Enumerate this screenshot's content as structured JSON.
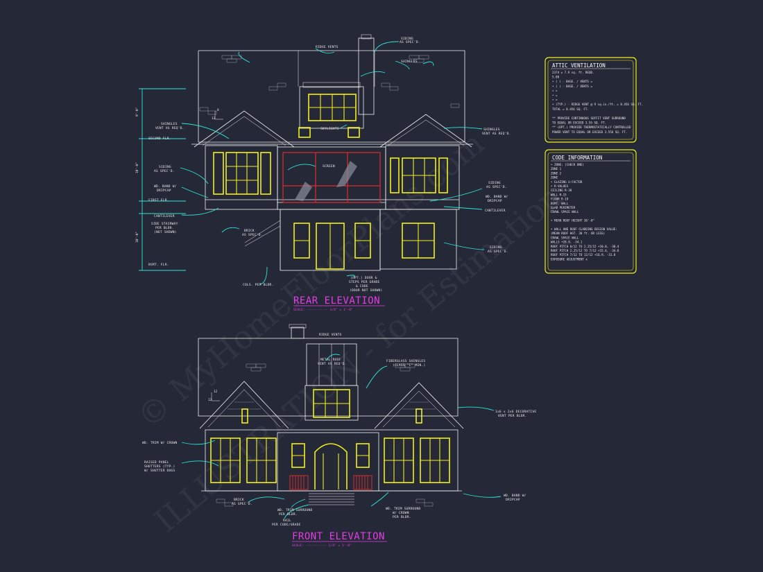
{
  "watermark": {
    "line1": "© MyHomeFloorPlans.com",
    "line2": "ILLUSTRATION - for Estimation"
  },
  "rear": {
    "title": "REAR ELEVATION",
    "scale": "SCALE: ----------- 1/4\" = 1'-0\"",
    "labels": {
      "ridge_vents": "RIDGE VENTS",
      "siding_spec_top1": "SIDING",
      "siding_spec_top2": "AS SPEC'D.",
      "shingles": "SHINGLES",
      "shingles_vent_l1": "SHINGLES",
      "shingles_vent_l2": "VENT AS REQ'D.",
      "shingles_vent_r1": "SHINGLES",
      "shingles_vent_r2": "VENT AS REQ'D.",
      "skylights": "SKYLIGHTS",
      "second_flr": "SECOND FLR.",
      "siding_l1": "SIDING",
      "siding_l2": "AS SPEC'D.",
      "band_l1": "WD. BAND W/",
      "band_l2": "DRIPCAP",
      "first_flr": "FIRST FLR.",
      "screen": "SCREEN",
      "siding_r1": "SIDING",
      "siding_r2": "AS SPEC'D.",
      "band_r1": "WD. BAND W/",
      "band_r2": "DRIPCAP",
      "cantilever_r": "CANTILEVER",
      "cantilever_l": "CANTILEVER",
      "stair_1": "SIDE STAIRWAY",
      "stair_2": "PER BLDR.",
      "stair_3": "(NOT SHOWN)",
      "brick_1": "BRICK",
      "brick_2": "AS SPEC'D.",
      "siding_low1": "SIDING",
      "siding_low2": "AS SPEC'D.",
      "bsmt_flr": "BSMT. FLR.",
      "cols": "COLS. PER BLDR.",
      "door_1": "(OPT.) DOOR &",
      "door_2": "STEPS PER GRADE",
      "door_3": "& CODE",
      "door_4": "(DOOR NOT SHOWN)",
      "pitch": "8",
      "pitch_run": "12",
      "dim_1": "9'-0\"",
      "dim_2": "10'-0\"",
      "dim_3": "10'-0\""
    }
  },
  "front": {
    "title": "FRONT ELEVATION",
    "scale": "SCALE: ----------- 1/4\" = 1'-0\"",
    "labels": {
      "ridge_vents": "RIDGE VENTS",
      "metal_roof_1": "METAL ROOF",
      "metal_roof_2": "VENT AS REQ'D.",
      "fiberglass_1": "FIBERGLASS SHINGLES",
      "fiberglass_2": "(CLASS \"C\" MIN.)",
      "decorative_1": "1x6 x 2x6 DECORATIVE",
      "decorative_2": "VENT PER BLDR.",
      "trim_crown": "WD. TRIM W/ CROWN",
      "shutters_1": "RAISED PANEL",
      "shutters_2": "SHUTTERS (TYP.)",
      "shutters_3": "W/ SHUTTER DOGS",
      "band_1": "WD. BAND W/",
      "band_2": "DRIPCAP",
      "brick_1": "BRICK",
      "brick_2": "AS SPEC'D.",
      "trim_surround_1": "WD. TRIM SURROUND",
      "trim_surround_2": "PER BLDR.",
      "trim_surround_crown_1": "WD. TRIM SURROUND",
      "trim_surround_crown_2": "W/ CROWN",
      "trim_surround_crown_3": "PER BLDR.",
      "rail_1": "RAIL",
      "rail_2": "PER CODE/GRADE",
      "pitch": "12",
      "pitch_run": "12"
    }
  },
  "attic": {
    "title": "ATTIC VENTILATION",
    "lines": [
      "2374 ± 7.9 sq. ft. REQD.",
      "5.00",
      "• ( )    -       BASE.    /    VENTS  =",
      "• ( )    -       BASE.    /    VENTS  =",
      "•                                     =",
      "•                                     =",
      "•                                     =",
      "• (TYP.) - RIDGE VENT @ 9 sq.in./ft. = 8.456 SQ. FT.",
      "                         TOTAL      = 8.456 SQ. FT.",
      "",
      "** PROVIDE CONTINUOUS SOFFIT VENT SURROUND",
      "   TO EQUAL OR EXCEED  3.55 SQ. FT.",
      "** (OPT.) PROVIDE THERMOSTATICALLY CONTROLLED",
      "   POWER VENT TO EQUAL OR EXCEED  3.556 SQ. FT."
    ]
  },
  "code": {
    "title": "CODE INFORMATION",
    "lines": [
      "• ZONE: (CHECK ONE)",
      "      ZONE 1",
      "      ZONE 2",
      "      ZONE",
      "• GLAZING U-FACTOR",
      "• R-VALUES",
      "      CEILING            R-38",
      "      WALL               R-15",
      "      FLOOR              R-19",
      "      BSMT. WALL",
      "      SLAB PERIMETER",
      "      CRAWL SPACE WALL",
      "",
      "• MEAN ROOF HEIGHT  30'-0\"",
      "",
      "• WALL AND ROOF CLADDING DESIGN VALUE:",
      "  (MEAN ROOF HGT. 30 ft. OR LESS)",
      "      CRAWL SPACE WALL",
      "      WALLS              +28.8, -34.1",
      "      ROOF PITCH 0/12 TO 2.25/12   +10.0, -30.4",
      "      ROOF PITCH 2.25/12 TO 7/12   +15.4, -34.8",
      "      ROOF PITCH 7/12 TO 12/12     +16.9, -31.8",
      "      EXPOSURE ADJUSTMENT          x"
    ]
  }
}
